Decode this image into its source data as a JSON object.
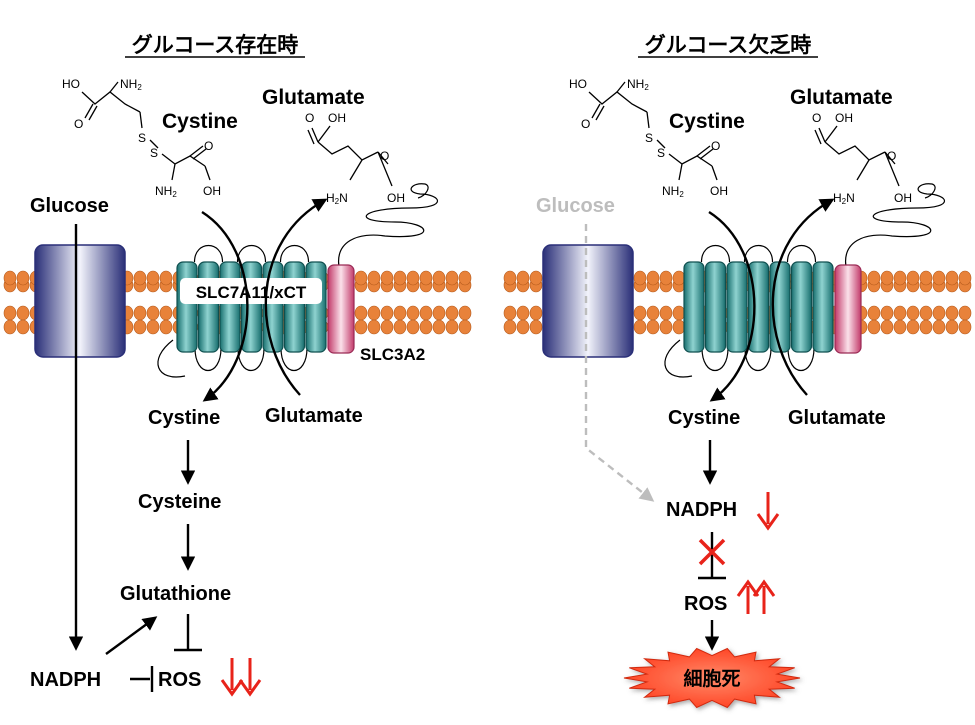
{
  "left": {
    "title": "グルコース存在時",
    "glucose": "Glucose",
    "cystine_top": "Cystine",
    "glutamate_top": "Glutamate",
    "transporter": "SLC7A11/xCT",
    "heavy_chain": "SLC3A2",
    "cystine_in": "Cystine",
    "glutamate_out": "Glutamate",
    "cysteine": "Cysteine",
    "glutathione": "Glutathione",
    "nadph": "NADPH",
    "ros": "ROS"
  },
  "right": {
    "title": "グルコース欠乏時",
    "glucose": "Glucose",
    "cystine_top": "Cystine",
    "glutamate_top": "Glutamate",
    "cystine_in": "Cystine",
    "glutamate_out": "Glutamate",
    "nadph": "NADPH",
    "ros": "ROS",
    "cell_death": "細胞死"
  },
  "chem": {
    "ho": "HO",
    "nh2": "NH",
    "sub2": "2",
    "o": "O",
    "s": "S",
    "oh": "OH",
    "h2n_h": "H",
    "h2n_n": "N"
  },
  "colors": {
    "membrane": "#e8823a",
    "transporter": "#1f8a8a",
    "slc3a2": "#d9487a",
    "channel": "#3a3f8f",
    "down_arrow": "#e8231a",
    "glucose_absent": "#bdbdbd",
    "death_burst": "#ff4a2a"
  }
}
